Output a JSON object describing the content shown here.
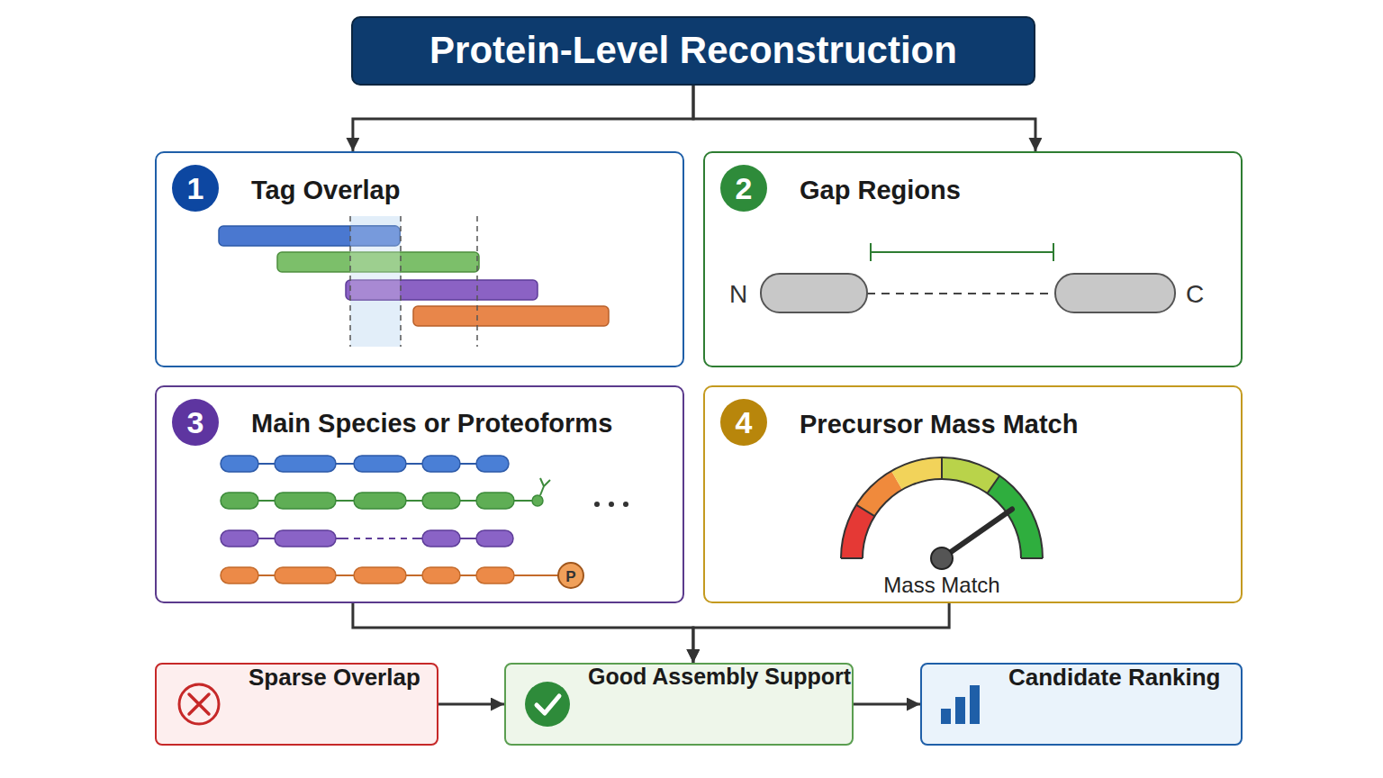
{
  "diagram": {
    "nodes": [
      {
        "text": [
          "Protein-Level Reconstruction"
        ]
      },
      {
        "text": [
          "Tag Overlap"
        ]
      },
      {
        "text": [
          "Gap Regions"
        ]
      },
      {
        "text": [
          "Main Species or Proteoforms"
        ]
      },
      {
        "text": [
          "Precursor Mass Match"
        ]
      },
      {
        "text": [
          "Sparse Overlap"
        ]
      },
      {
        "text": [
          "Good Assembly Support"
        ]
      },
      {
        "text": [
          "Candidate Ranking"
        ]
      }
    ],
    "edges": [
      {
        "from": 0,
        "to": 1,
        "arrow": "to"
      },
      {
        "from": 0,
        "to": 2,
        "arrow": "to"
      },
      {
        "from": 3,
        "to": 6,
        "arrow": "to"
      },
      {
        "from": 4,
        "to": 6,
        "arrow": "to"
      },
      {
        "from": 5,
        "to": 6,
        "arrow": "to"
      },
      {
        "from": 6,
        "to": 7,
        "arrow": "to"
      }
    ],
    "labels": [
      "1",
      "2",
      "N",
      "C",
      "3",
      "P",
      "4",
      "Mass Match"
    ]
  }
}
